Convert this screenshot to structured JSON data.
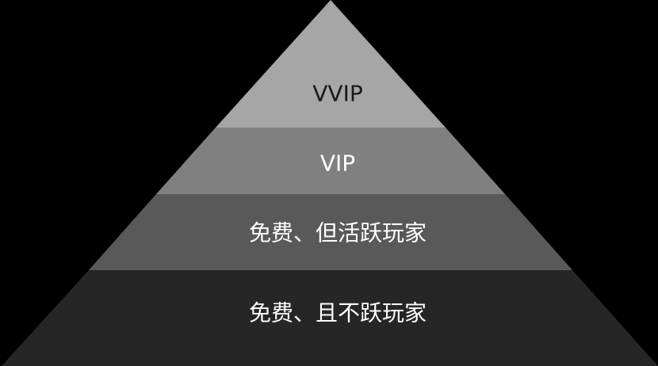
{
  "diagram": {
    "type": "pyramid",
    "background_color": "#000000",
    "tiers": [
      {
        "label": "VVIP",
        "fill": "#a6a6a6",
        "text_color": "#1a1a1a"
      },
      {
        "label": "VIP",
        "fill": "#808080",
        "text_color": "#ffffff"
      },
      {
        "label": "免费、但活跃玩家",
        "fill": "#595959",
        "text_color": "#ffffff"
      },
      {
        "label": "免费、且不跃玩家",
        "fill": "#262626",
        "text_color": "#ffffff"
      }
    ]
  }
}
